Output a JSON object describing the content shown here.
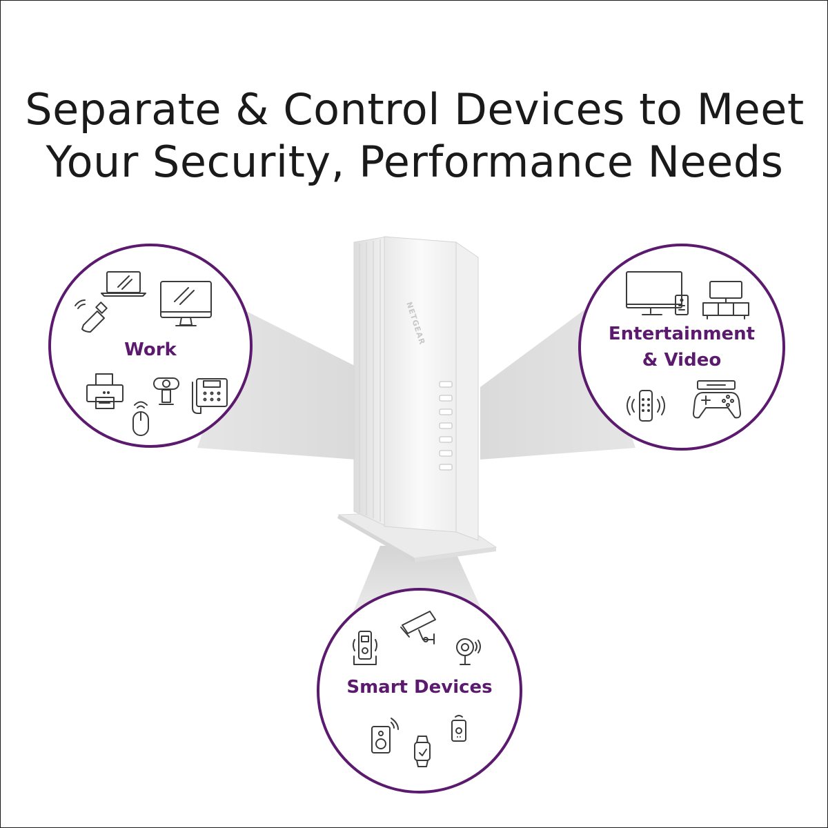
{
  "headline": {
    "line1": "Separate & Control Devices to Meet",
    "line2": "Your Security, Performance Needs"
  },
  "device": {
    "brand": "NETGEAR"
  },
  "groups": {
    "work": {
      "label": "Work",
      "icons": [
        "usb-wifi-adapter-icon",
        "laptop-icon",
        "desktop-monitor-icon",
        "printer-icon",
        "wireless-mouse-icon",
        "webcam-icon",
        "desk-phone-icon"
      ]
    },
    "entertainment": {
      "label_line1": "Entertainment",
      "label_line2": "& Video",
      "icons": [
        "tv-with-remote-icon",
        "media-center-icon",
        "smart-speaker-icon",
        "game-console-icon"
      ]
    },
    "smart": {
      "label": "Smart Devices",
      "icons": [
        "video-doorbell-icon",
        "security-camera-icon",
        "smart-cam-icon",
        "wifi-speaker-icon",
        "smartwatch-icon",
        "smart-plug-icon"
      ]
    }
  },
  "colors": {
    "accent": "#5b1a6e",
    "text": "#1a1a1a",
    "icon": "#3a3a3a"
  }
}
